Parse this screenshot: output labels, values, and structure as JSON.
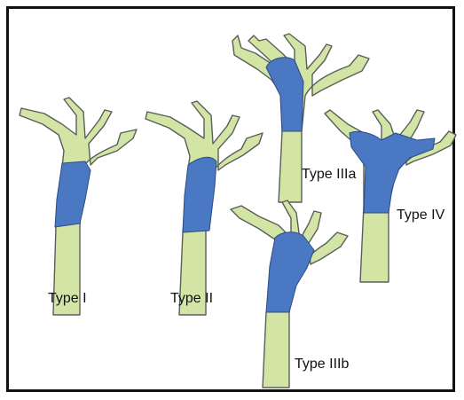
{
  "colors": {
    "duct_fill": "#d3e5a5",
    "duct_stroke": "#5a5e5a",
    "tumor_fill": "#4a78c2",
    "tumor_stroke": "#2c4c86",
    "frame": "#111111",
    "text": "#111111"
  },
  "diagrams": [
    {
      "id": "type-1",
      "label": "Type I"
    },
    {
      "id": "type-2",
      "label": "Type II"
    },
    {
      "id": "type-3a",
      "label": "Type IIIa"
    },
    {
      "id": "type-3b",
      "label": "Type IIIb"
    },
    {
      "id": "type-4",
      "label": "Type IV"
    }
  ]
}
